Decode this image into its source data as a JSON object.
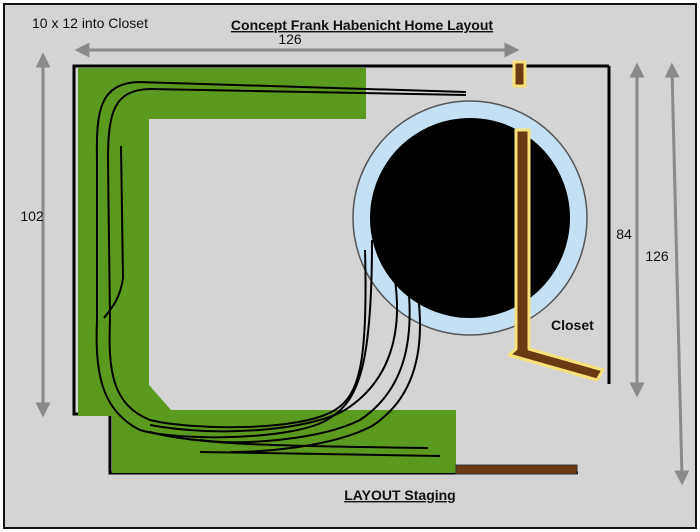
{
  "title": "Concept Frank Habenicht Home Layout",
  "corner_note": "10 x 12 into Closet",
  "dimensions": {
    "top_width": "126",
    "left_height": "102",
    "closet_height": "84",
    "right_height": "126"
  },
  "labels": {
    "closet": "Closet",
    "bottom": "LAYOUT  Staging"
  },
  "colors": {
    "background": "#d4d4d4",
    "benchwork": "#5a9a1e",
    "turntable_ring": "#c5e0f3",
    "turntable_pit": "#000000",
    "closet_wall": "#6b3a12",
    "closet_wall_outline": "#f7e27a",
    "arrow": "#8a8a8a",
    "track": "#000000"
  }
}
